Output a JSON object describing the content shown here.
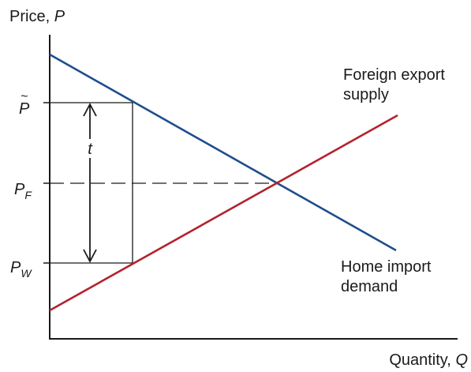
{
  "axes": {
    "y_label": "Price, ",
    "y_var": "P",
    "x_label": "Quantity, ",
    "x_var": "Q"
  },
  "price_levels": {
    "p_tilde": {
      "base": "P",
      "accent": "~"
    },
    "p_foreign": {
      "base": "P",
      "sub": "F"
    },
    "p_world": {
      "base": "P",
      "sub": "W"
    }
  },
  "tariff_label": "t",
  "curves": {
    "supply": {
      "label_line1": "Foreign export",
      "label_line2": "supply",
      "color": "#b3232d"
    },
    "demand": {
      "label_line1": "Home import",
      "label_line2": "demand",
      "color": "#1f4e8c"
    }
  },
  "colors": {
    "axis": "#1a1a1a",
    "guide": "#1a1a1a"
  }
}
